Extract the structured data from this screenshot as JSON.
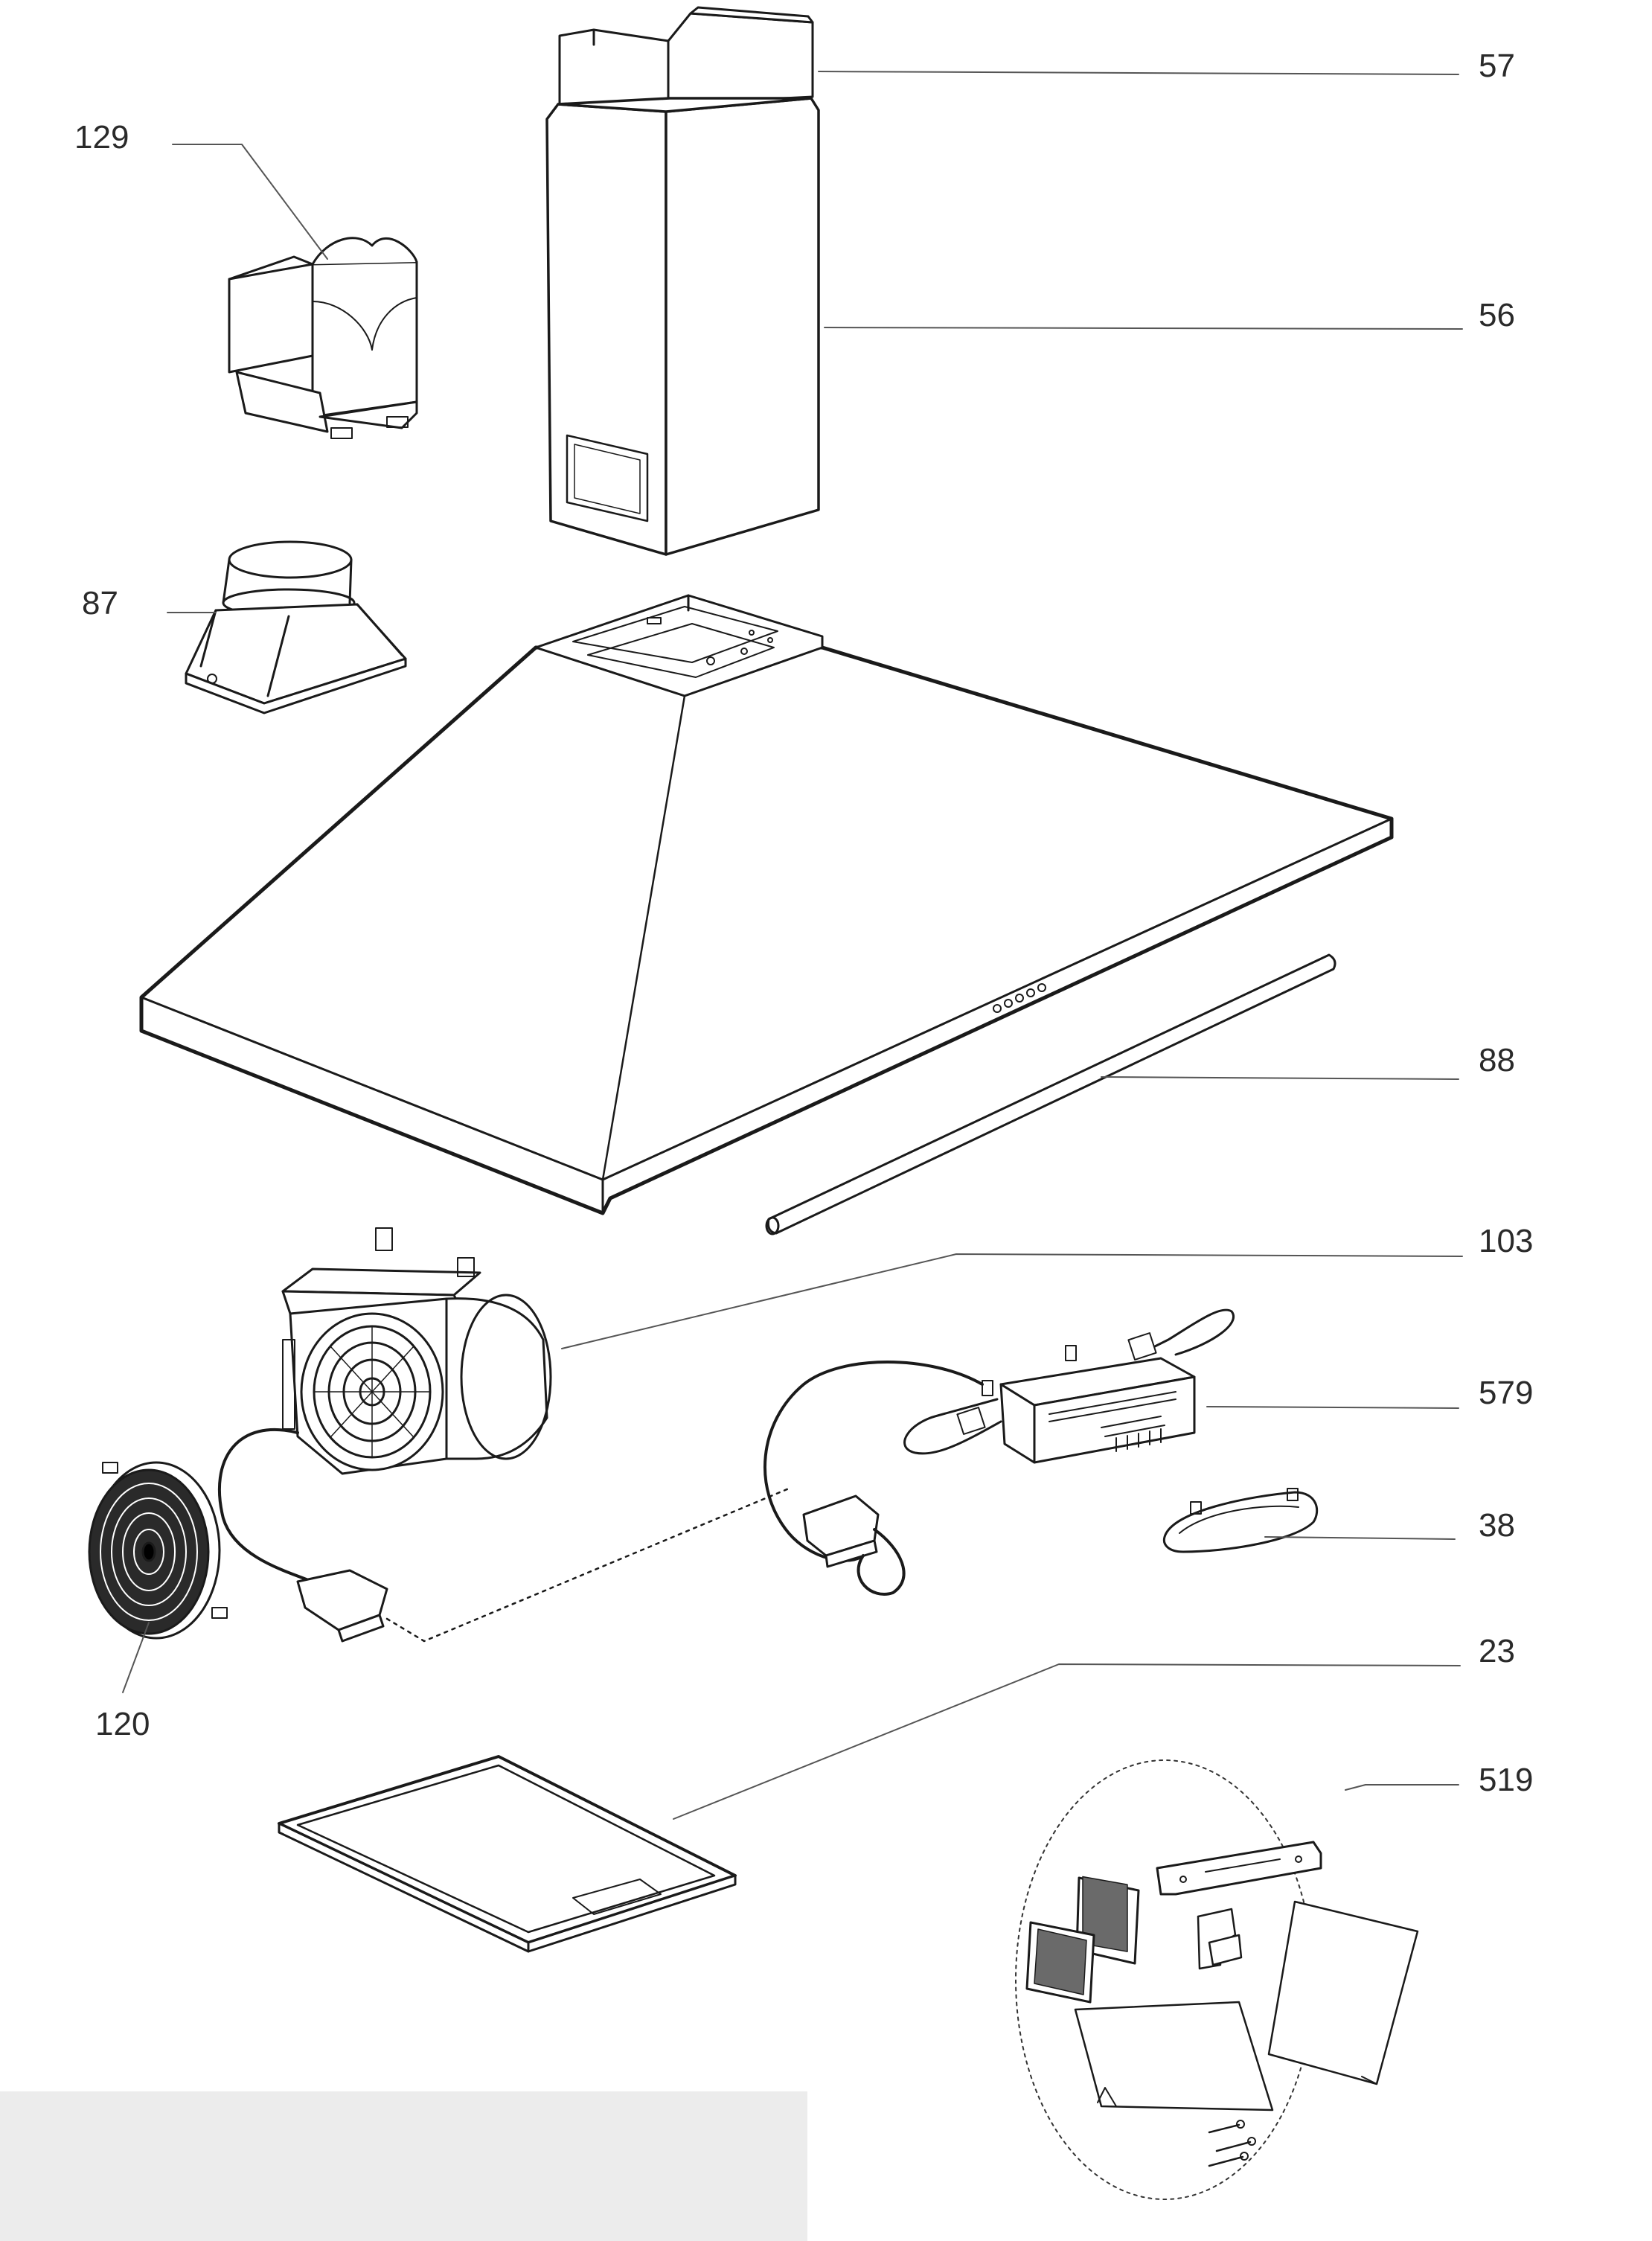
{
  "parts": [
    {
      "id": "p57",
      "number": "57",
      "name": "chimney-upper-section"
    },
    {
      "id": "p56",
      "number": "56",
      "name": "chimney-lower-section"
    },
    {
      "id": "p129",
      "number": "129",
      "name": "air-deflector"
    },
    {
      "id": "p87",
      "number": "87",
      "name": "duct-adapter"
    },
    {
      "id": "p88",
      "number": "88",
      "name": "light-rod"
    },
    {
      "id": "p103",
      "number": "103",
      "name": "motor-fan-unit"
    },
    {
      "id": "p579",
      "number": "579",
      "name": "control-module"
    },
    {
      "id": "p38",
      "number": "38",
      "name": "cover-plate"
    },
    {
      "id": "p120",
      "number": "120",
      "name": "carbon-filter"
    },
    {
      "id": "p23",
      "number": "23",
      "name": "grease-filter"
    },
    {
      "id": "p519",
      "number": "519",
      "name": "mounting-kit"
    }
  ],
  "colors": {
    "line": "#1a1a1a",
    "leader": "#555555",
    "label": "#2a2a2a",
    "footer": "#ececec"
  }
}
